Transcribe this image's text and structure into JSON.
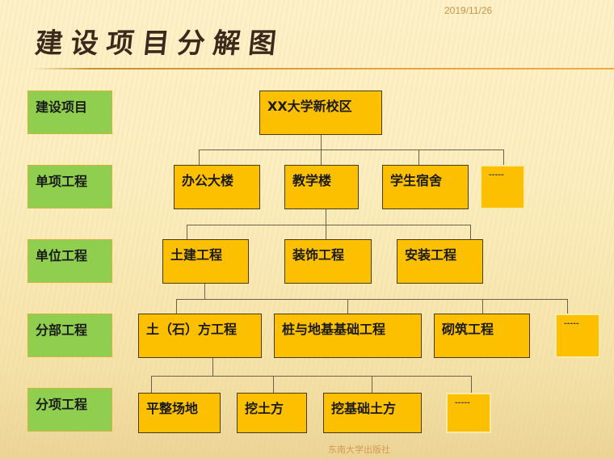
{
  "slide": {
    "title": "建设项目分解图",
    "date": "2019/11/26",
    "footer": "东南大学出版社"
  },
  "levels": [
    {
      "label": "建设项目"
    },
    {
      "label": "单项工程"
    },
    {
      "label": "单位工程"
    },
    {
      "label": "分部工程"
    },
    {
      "label": "分项工程"
    }
  ],
  "tree": {
    "root": "XX大学新校区",
    "single_items": [
      "办公大楼",
      "教学楼",
      "学生宿舍",
      "-----"
    ],
    "unit_items": [
      "土建工程",
      "装饰工程",
      "安装工程"
    ],
    "division_items": [
      "土（石）方工程",
      "桩与地基基础工程",
      "砌筑工程",
      "-----"
    ],
    "subdivision_items": [
      "平整场地",
      "挖土方",
      "挖基础土方",
      "-----"
    ]
  },
  "colors": {
    "level_fill": "#8fce4e",
    "node_fill": "#fdc000",
    "title_color": "#3b2a1c",
    "rule_color": "#e7a23a"
  }
}
